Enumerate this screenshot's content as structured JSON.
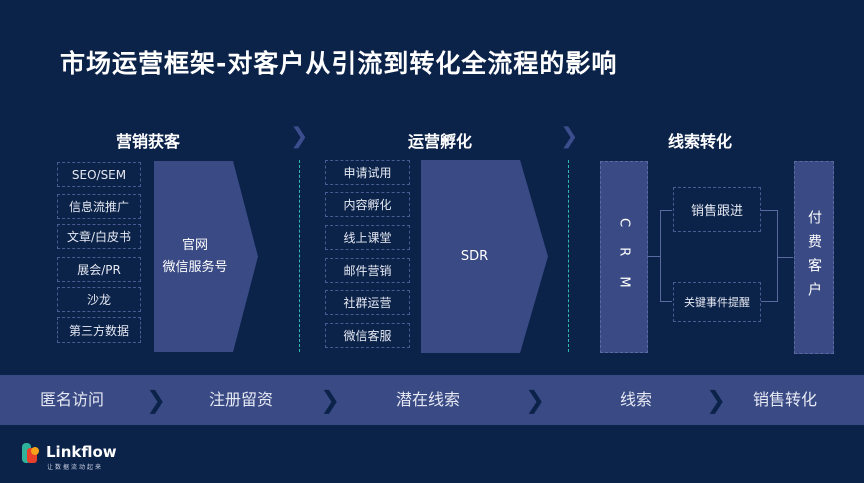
{
  "title": "市场运营框架-对客户从引流到转化全流程的影响",
  "sections": [
    {
      "header": "营销获客",
      "items": [
        "SEO/SEM",
        "信息流推广",
        "文章/白皮书",
        "展会/PR",
        "沙龙",
        "第三方数据"
      ],
      "main": [
        "官网",
        "微信服务号"
      ]
    },
    {
      "header": "运营孵化",
      "items": [
        "申请试用",
        "内容孵化",
        "线上课堂",
        "邮件营销",
        "社群运营",
        "微信客服"
      ],
      "main": [
        "SDR"
      ]
    },
    {
      "header": "线索转化",
      "crm": "C R M",
      "branches": [
        "销售跟进",
        "关键事件提醒"
      ],
      "result": "付费客户"
    }
  ],
  "stages": [
    "匿名访问",
    "注册留资",
    "潜在线索",
    "线索",
    "销售转化"
  ],
  "logo": {
    "name": "Linkflow",
    "tagline": "让数据流动起来"
  },
  "colors": {
    "background": "#0b2249",
    "box": "#3a4a85",
    "divider": "#2fb8b0"
  }
}
